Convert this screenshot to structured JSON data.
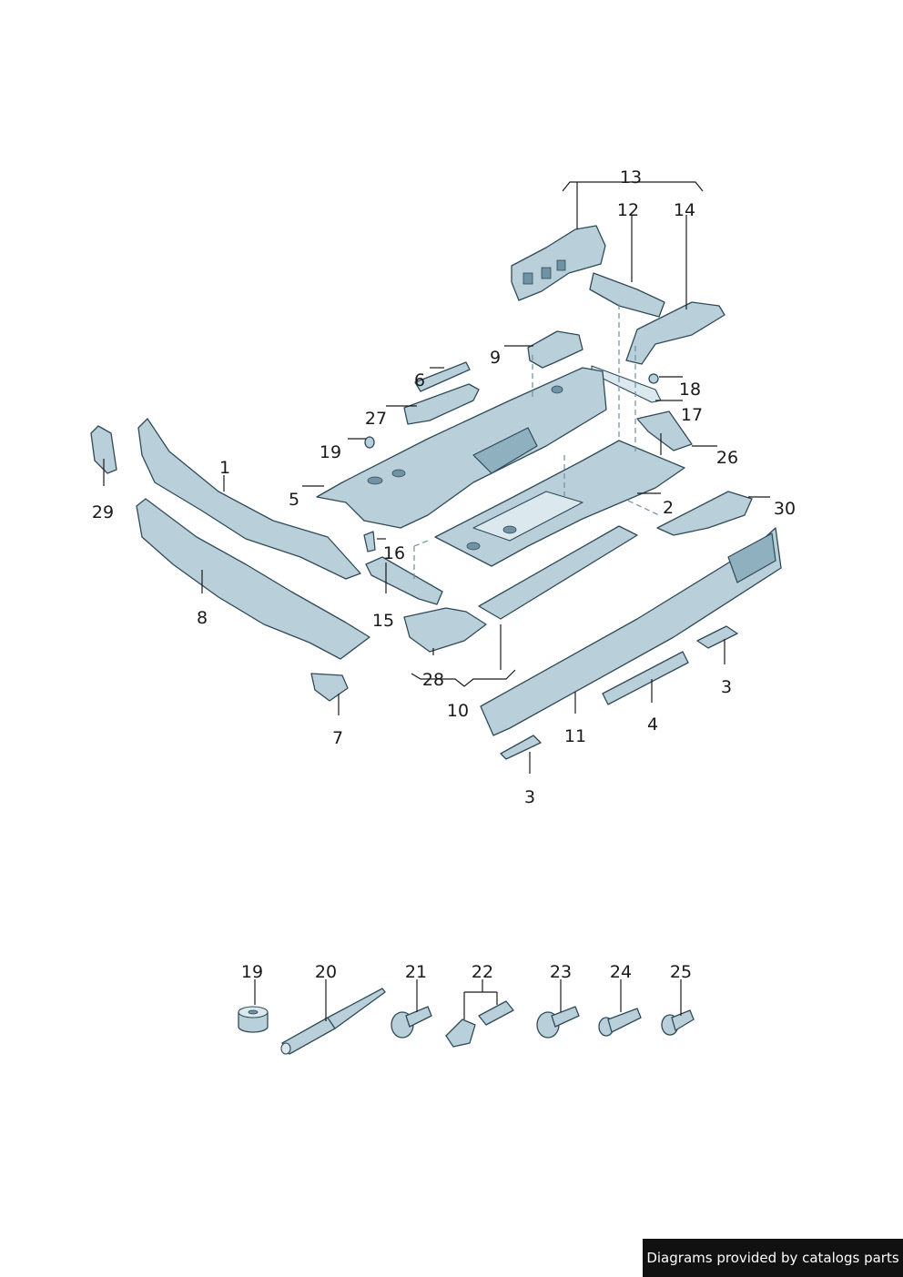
{
  "callouts": {
    "c1": "1",
    "c2": "2",
    "c3a": "3",
    "c3b": "3",
    "c4": "4",
    "c5": "5",
    "c6": "6",
    "c7": "7",
    "c8": "8",
    "c9": "9",
    "c10": "10",
    "c11": "11",
    "c12": "12",
    "c13": "13",
    "c14": "14",
    "c15": "15",
    "c16": "16",
    "c17": "17",
    "c18": "18",
    "c19": "19",
    "c19b": "19",
    "c20": "20",
    "c21": "21",
    "c22": "22",
    "c23": "23",
    "c24": "24",
    "c25": "25",
    "c26": "26",
    "c27": "27",
    "c28": "28",
    "c29": "29",
    "c30": "30"
  },
  "footer": {
    "credit": "Diagrams provided by catalogs parts"
  },
  "colors": {
    "part_fill": "#b9d0da",
    "outline": "#2f4a57",
    "credit_bg": "#111111"
  }
}
